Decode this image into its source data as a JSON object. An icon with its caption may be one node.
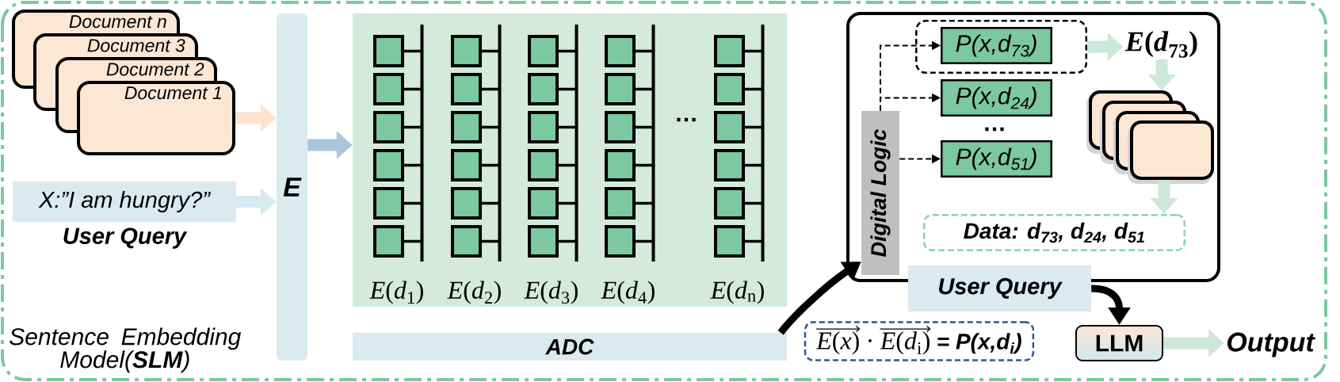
{
  "diagram": {
    "nodes": [
      {
        "text": [
          "Document n"
        ]
      },
      {
        "text": [
          "Document 3"
        ]
      },
      {
        "text": [
          "Document 2"
        ]
      },
      {
        "text": [
          "Document 1"
        ]
      },
      {
        "text": [
          "X:”I am hungry?”"
        ],
        "beside": [
          "User Query"
        ]
      },
      {
        "text": [
          "E"
        ],
        "beside": [
          "Sentence Embedding Model(**SLM**)"
        ]
      },
      {
        "text": [],
        "shape": "box"
      },
      {
        "text": [
          "*E*(*d*$_{1}$)"
        ],
        "in": 6
      },
      {
        "text": [
          "*E*(*d*$_{2}$)"
        ],
        "in": 6
      },
      {
        "text": [
          "*E*(*d*$_{3}$)"
        ],
        "in": 6
      },
      {
        "text": [
          "*E*(*d*$_{4}$)"
        ],
        "in": 6
      },
      {
        "text": [
          "*E*(*d*$_{n}$)"
        ],
        "in": 6
      },
      {
        "text": [
          "ADC"
        ]
      },
      {
        "text": [],
        "shape": "box"
      },
      {
        "text": [
          "Digital Logic"
        ],
        "in": 13
      },
      {
        "text": [],
        "shape": "box",
        "in": 13
      },
      {
        "text": [
          "P(x,d$_{73}$)"
        ],
        "in": 15
      },
      {
        "text": [
          "P(x,d$_{24}$)"
        ],
        "in": 13
      },
      {
        "text": [
          "P(x,d$_{51}$)"
        ],
        "in": 13
      },
      {
        "text": [
          "*E*(*d*$_{73}$)"
        ],
        "in": 13
      },
      {
        "text": [],
        "shape": "box",
        "in": 13
      },
      {
        "text": [],
        "shape": "box",
        "in": 13
      },
      {
        "text": [],
        "shape": "box",
        "in": 13
      },
      {
        "text": [],
        "shape": "box",
        "in": 13
      },
      {
        "text": [
          "Data: d$_{73}$, d$_{24}$, d$_{51}$"
        ],
        "in": 13
      },
      {
        "text": [
          "User Query"
        ]
      },
      {
        "text": [
          "*E*(*x*)",
          "·",
          "*E*(*d*$_{i}$)",
          "= P(x,d$_{i}$)"
        ]
      },
      {
        "text": [
          "LLM"
        ]
      },
      {
        "text": [
          "Output"
        ]
      }
    ],
    "edges": [
      {
        "from": 3,
        "to": 5,
        "arrow": "to",
        "color": "#fbe3cf"
      },
      {
        "from": 4,
        "to": 5,
        "arrow": "to",
        "color": "#d9eaef"
      },
      {
        "from": 5,
        "to": 6,
        "arrow": "to",
        "color": "#a9c6dc"
      },
      {
        "from": 12,
        "to": 14,
        "arrow": "to"
      },
      {
        "from": 14,
        "to": 16,
        "arrow": "to",
        "style": "dashed"
      },
      {
        "from": 14,
        "to": 17,
        "arrow": "to",
        "style": "dashed"
      },
      {
        "from": 14,
        "to": 18,
        "arrow": "to",
        "style": "dashed"
      },
      {
        "from": 15,
        "to": 19,
        "arrow": "to",
        "color": "#cde8d9"
      },
      {
        "from": 19,
        "to": 20,
        "arrow": "to",
        "color": "#cde8d9"
      },
      {
        "from": 23,
        "to": 24,
        "arrow": "to",
        "color": "#cde8d9"
      },
      {
        "from": 25,
        "to": 27,
        "arrow": "to"
      },
      {
        "from": 27,
        "to": 28,
        "arrow": "to",
        "color": "#cde8d9"
      }
    ],
    "labels": [
      "…",
      "…"
    ]
  }
}
